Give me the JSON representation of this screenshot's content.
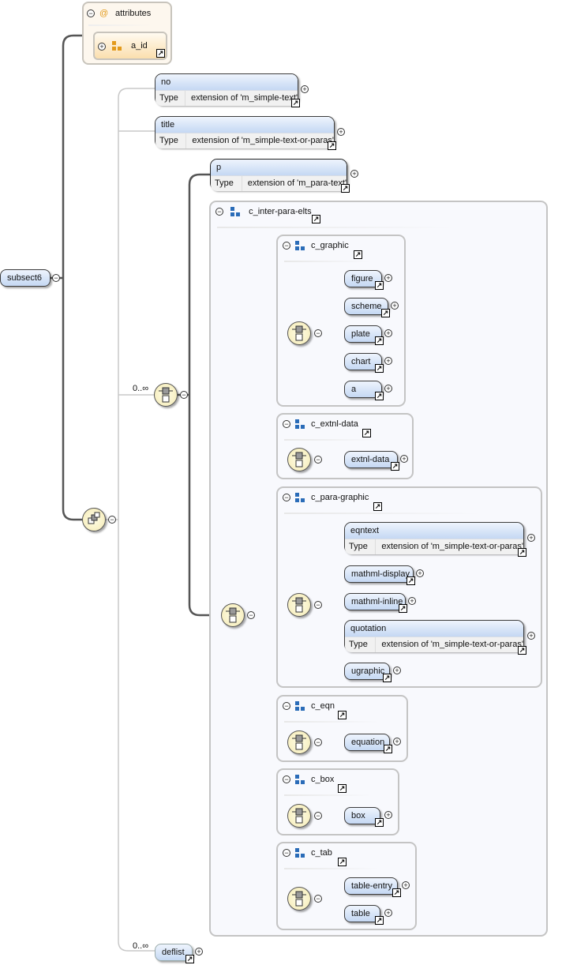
{
  "root": {
    "name": "subsect6"
  },
  "attributes": {
    "title": "attributes",
    "at_symbol": "@",
    "items": [
      {
        "name": "a_id"
      }
    ]
  },
  "type_label": "Type",
  "sequence_elements": [
    {
      "name": "no",
      "type": "extension of 'm_simple-text'"
    },
    {
      "name": "title",
      "type": "extension of 'm_simple-text-or-paras'"
    }
  ],
  "choice_occurrence": "0..∞",
  "p_element": {
    "name": "p",
    "type": "extension of 'm_para-text'"
  },
  "inter_para_group": {
    "name": "c_inter-para-elts"
  },
  "groups": [
    {
      "name": "c_graphic",
      "elements": [
        "figure",
        "scheme",
        "plate",
        "chart",
        "a"
      ]
    },
    {
      "name": "c_extnl-data",
      "elements": [
        "extnl-data"
      ]
    },
    {
      "name": "c_para-graphic",
      "elements": [
        {
          "name": "eqntext",
          "type": "extension of 'm_simple-text-or-paras'"
        },
        {
          "name": "mathml-display"
        },
        {
          "name": "mathml-inline"
        },
        {
          "name": "quotation",
          "type": "extension of 'm_simple-text-or-paras'"
        },
        {
          "name": "ugraphic"
        }
      ]
    },
    {
      "name": "c_eqn",
      "elements": [
        "equation"
      ]
    },
    {
      "name": "c_box",
      "elements": [
        "box"
      ]
    },
    {
      "name": "c_tab",
      "elements": [
        "table-entry",
        "table"
      ]
    }
  ],
  "deflist": {
    "name": "deflist",
    "occurrence": "0..∞"
  },
  "icons": {
    "expand": "+",
    "collapse": "−"
  }
}
